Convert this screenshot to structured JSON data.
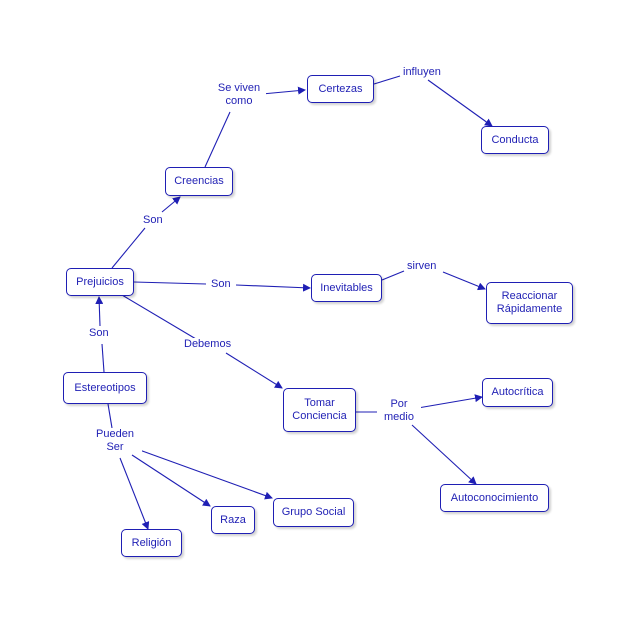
{
  "nodes": {
    "prejuicios": "Prejuicios",
    "creencias": "Creencias",
    "certezas": "Certezas",
    "conducta": "Conducta",
    "inevitables": "Inevitables",
    "reaccionar_line1": "Reaccionar",
    "reaccionar_line2": "Rápidamente",
    "estereotipos": "Estereotipos",
    "tomar_line1": "Tomar",
    "tomar_line2": "Conciencia",
    "autocritica": "Autocrítica",
    "autoconocimiento": "Autoconocimiento",
    "religion": "Religión",
    "raza": "Raza",
    "grupo_social": "Grupo Social"
  },
  "links": {
    "son_creencias": "Son",
    "se_viven_line1": "Se viven",
    "se_viven_line2": "como",
    "influyen": "influyen",
    "son_inevitables": "Son",
    "sirven": "sirven",
    "debemos": "Debemos",
    "son_estereotipos": "Son",
    "por_medio_line1": "Por",
    "por_medio_line2": "medio",
    "pueden_ser_line1": "Pueden",
    "pueden_ser_line2": "Ser"
  },
  "colors": {
    "stroke": "#1f1fb4",
    "text": "#1f1fb4"
  }
}
